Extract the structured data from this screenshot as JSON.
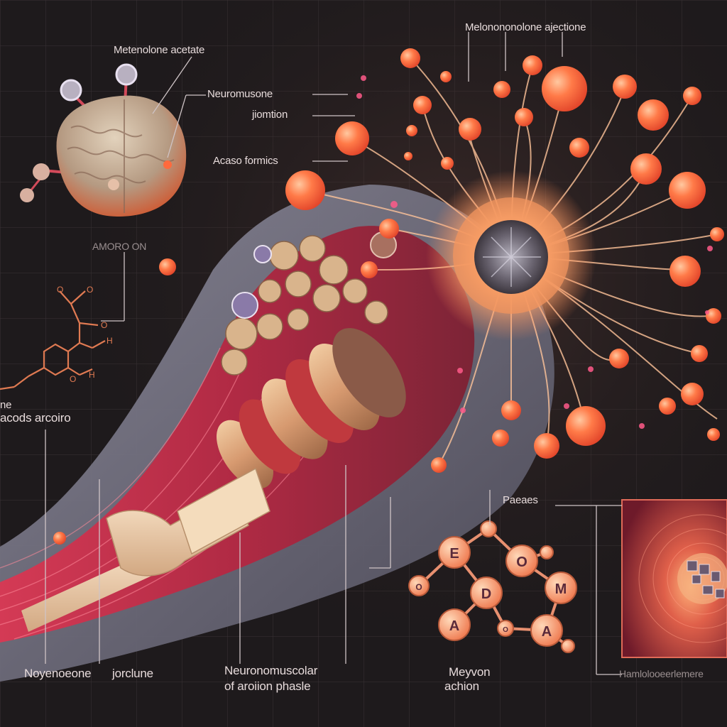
{
  "labels": {
    "methenolone_acetate": "Metenolone acetate",
    "neuromuscone": "Neuromusone",
    "junction": "jiomtion",
    "acid_formics": "Acaso formics",
    "amoro_on": "AMORO ON",
    "top_right": "Melonononolone ajectione",
    "ne": "ne",
    "acods_arcoiro": "acods arcoiro",
    "paeaes": "Paeaes",
    "bottom_left_1": "Noyenoeone",
    "bottom_left_2": "jorclune",
    "bottom_mid_1": "Neuronomuscolar",
    "bottom_mid_2": "of aroiion phasle",
    "bottom_right_1": "Meyvon",
    "bottom_right_2": "achion",
    "bottom_far_right": "Hamlolooeerlemere"
  },
  "molecule_letters": [
    "E",
    "O",
    "O",
    "D",
    "M",
    "A",
    "A",
    "O"
  ],
  "chem_letters": [
    "O",
    "O",
    "O",
    "H",
    "O",
    "H"
  ],
  "colors": {
    "background": "#1e1a1c",
    "grid": "#3a3336",
    "orange": "#ff6a3d",
    "muscle_red": "#c8324a",
    "tissue_grey": "#6c6a78",
    "label": "#e8dcdc"
  },
  "icons": {
    "brain": "brain-illustration",
    "neuron": "neuron-cell-illustration",
    "muscle": "muscle-fiber-illustration",
    "molecule": "molecule-diagram",
    "chem": "chemical-structure"
  }
}
